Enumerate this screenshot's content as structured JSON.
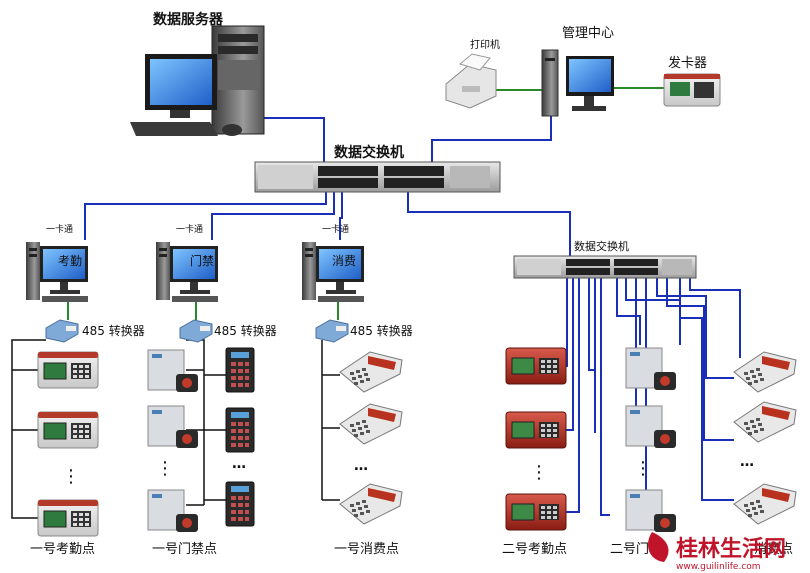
{
  "labels": {
    "data_server": "数据服务器",
    "printer": "打印机",
    "management_center": "管理中心",
    "card_issuer": "发卡器",
    "main_switch": "数据交换机",
    "second_switch": "数据交换机",
    "yikatong_1": "一卡通",
    "yikatong_2": "一卡通",
    "yikatong_3": "一卡通",
    "screen_attendance": "考勤",
    "screen_access": "门禁",
    "screen_consume": "消费",
    "converter_1": "485 转换器",
    "converter_2": "485 转换器",
    "converter_3": "485 转换器",
    "dots_1": "⋮",
    "dots_2": "⋮",
    "dots_3": "…",
    "dots_4": "…",
    "dots_5": "⋮",
    "dots_6": "⋮",
    "dots_7": "…",
    "point_attendance_1": "一号考勤点",
    "point_access_1": "一号门禁点",
    "point_consume_1": "一号消费点",
    "point_attendance_2": "二号考勤点",
    "point_access_2": "二号门",
    "point_consume_2": "消费点",
    "watermark": "桂林生活网",
    "watermark_url": "www.guilinlife.com"
  },
  "colors": {
    "network_line": "#1a2fb8",
    "serial_line": "#2a8a2a",
    "rs485_line": "#111111",
    "watermark_red": "#c0142a"
  }
}
